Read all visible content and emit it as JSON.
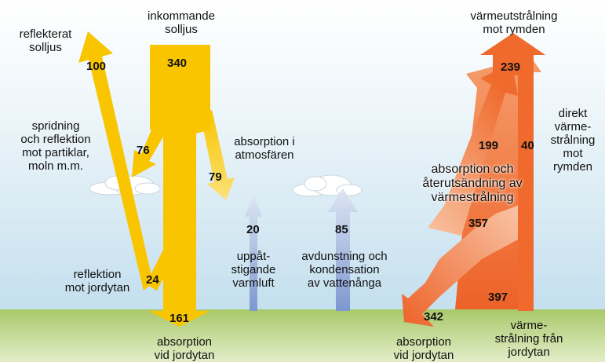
{
  "colors": {
    "sky_top": "#e6f2f8",
    "sky_bottom": "#c4dfee",
    "ground_top": "#a9c96a",
    "ground_bottom": "#cfe2a6",
    "solar": "#f9c500",
    "solar_light": "#fbd941",
    "thermal_dark": "#ef6a2c",
    "thermal_light": "#f8b48c",
    "convection": "#7d97cf"
  },
  "solar": {
    "incoming_label": "inkommande\nsolljus",
    "incoming_value": "340",
    "reflected_label": "reflekterat\nsolljus",
    "reflected_value": "100",
    "scatter_label": "spridning\noch reflektion\nmot partiklar,\nmoln m.m.",
    "scatter_value": "76",
    "atmos_absorption_label": "absorption i\natmosfären",
    "atmos_absorption_value": "79",
    "surface_reflection_label": "reflektion\nmot jordytan",
    "surface_reflection_value": "24",
    "surface_absorption_label": "absorption\nvid jordytan",
    "surface_absorption_value": "161"
  },
  "convection": {
    "thermals_value": "20",
    "thermals_label": "uppåt-\nstigande\nvarmluft",
    "latent_value": "85",
    "latent_label": "avdunstning och\nkondensation\nav vattenånga"
  },
  "thermal": {
    "outgoing_label": "värmeutstrålning\nmot rymden",
    "outgoing_value": "239",
    "atmos_emission_value": "199",
    "window_value": "40",
    "window_label": "direkt\nvärme-\nstrålning\nmot\nrymden",
    "reemission_label": "absorption och\nåterutsändning av\nvärmestrålning",
    "back_radiation_value": "357",
    "surface_emission_value": "397",
    "surface_emission_label": "värme-\nstrålning från\njordytan",
    "back_absorption_value": "342",
    "back_absorption_label": "absorption\nvid jordytan"
  }
}
